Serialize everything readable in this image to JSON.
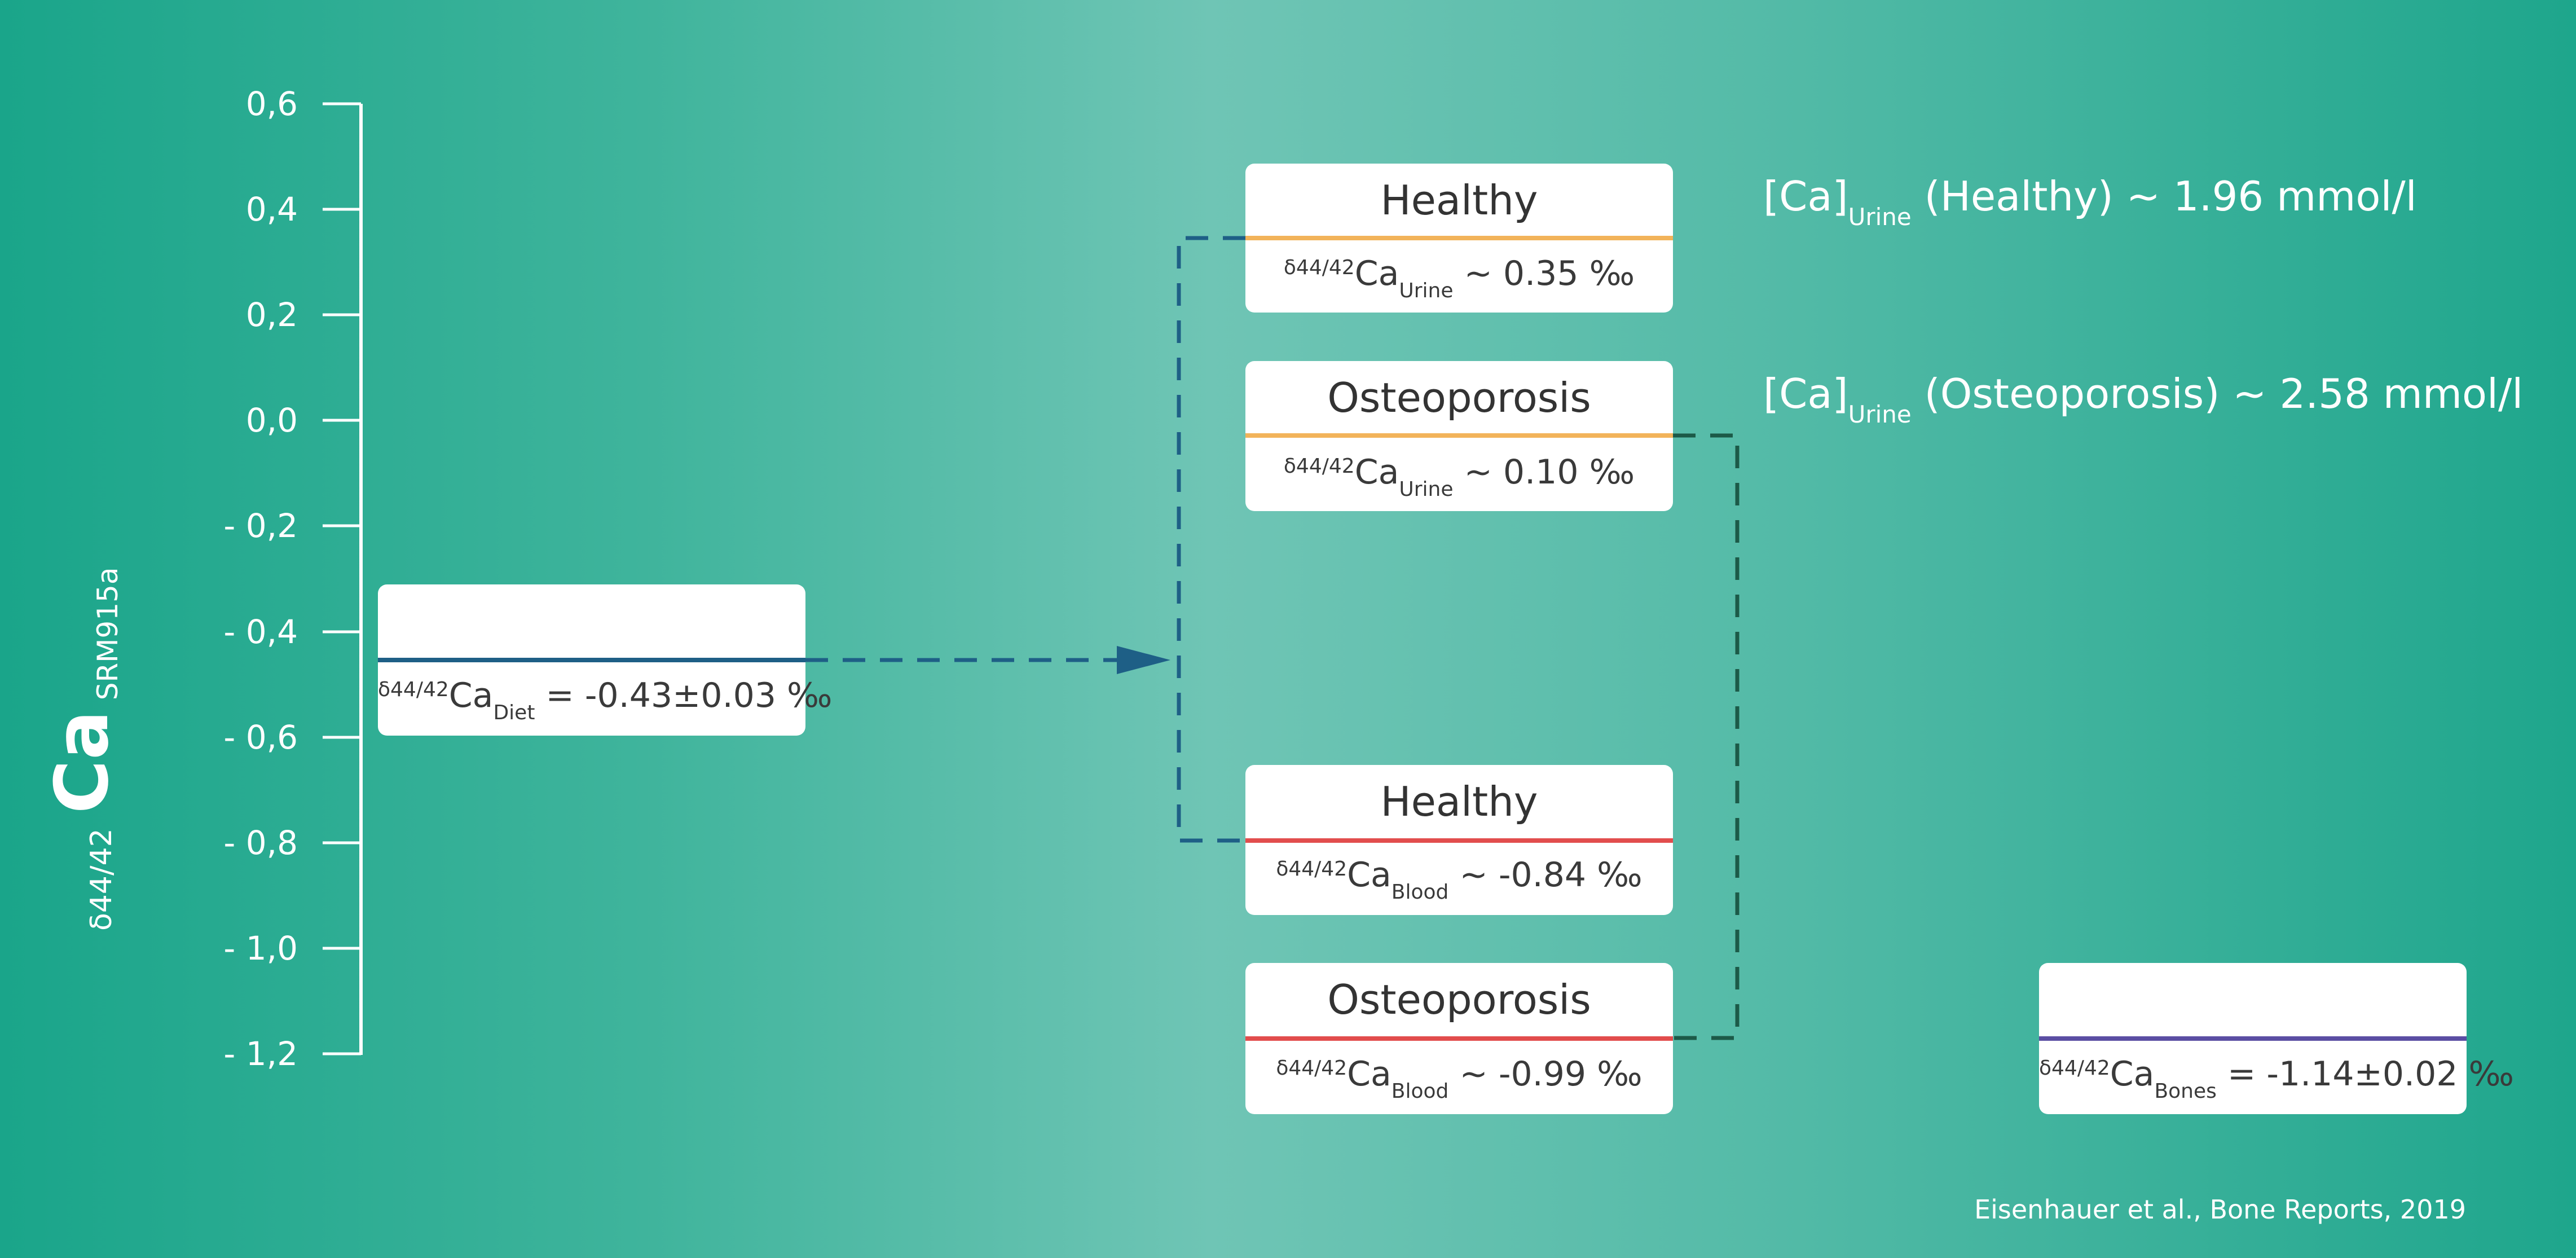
{
  "axis": {
    "prefix": "δ44/42",
    "element": "Ca",
    "subscript": "SRM915a",
    "ticks": [
      "0,6",
      "0,4",
      "0,2",
      "0,0",
      "- 0,2",
      "- 0,4",
      "- 0,6",
      "- 0,8",
      "- 1,0",
      "- 1,2"
    ]
  },
  "diet": {
    "prefix": "δ44/42",
    "element": "Ca",
    "subscript": "Diet",
    "value": "= -0.43±0.03 ‰"
  },
  "urine_healthy": {
    "title": "Healthy",
    "prefix": "δ44/42",
    "element": "Ca",
    "subscript": "Urine",
    "value": "~ 0.35 ‰"
  },
  "urine_osteo": {
    "title": "Osteoporosis",
    "prefix": "δ44/42",
    "element": "Ca",
    "subscript": "Urine",
    "value": "~ 0.10 ‰"
  },
  "blood_healthy": {
    "title": "Healthy",
    "prefix": "δ44/42",
    "element": "Ca",
    "subscript": "Blood",
    "value": "~ -0.84 ‰"
  },
  "blood_osteo": {
    "title": "Osteoporosis",
    "prefix": "δ44/42",
    "element": "Ca",
    "subscript": "Blood",
    "value": "~ -0.99 ‰"
  },
  "bones": {
    "prefix": "δ44/42",
    "element": "Ca",
    "subscript": "Bones",
    "value": "= -1.14±0.02 ‰"
  },
  "urine_conc_healthy": {
    "bracket": "[Ca]",
    "subscript": "Urine",
    "text": "(Healthy) ~ 1.96 mmol/l"
  },
  "urine_conc_osteo": {
    "bracket": "[Ca]",
    "subscript": "Urine",
    "text": "(Osteoporosis) ~ 2.58 mmol/l"
  },
  "citation": "Eisenhauer et al., Bone Reports, 2019",
  "colors": {
    "urine_rule": "#f2b35a",
    "blood_rule": "#e24d4d",
    "diet_rule": "#1e5f86",
    "bones_rule": "#5b4ea3",
    "left_connector": "#1e5f86",
    "right_connector": "#1c5a48"
  }
}
